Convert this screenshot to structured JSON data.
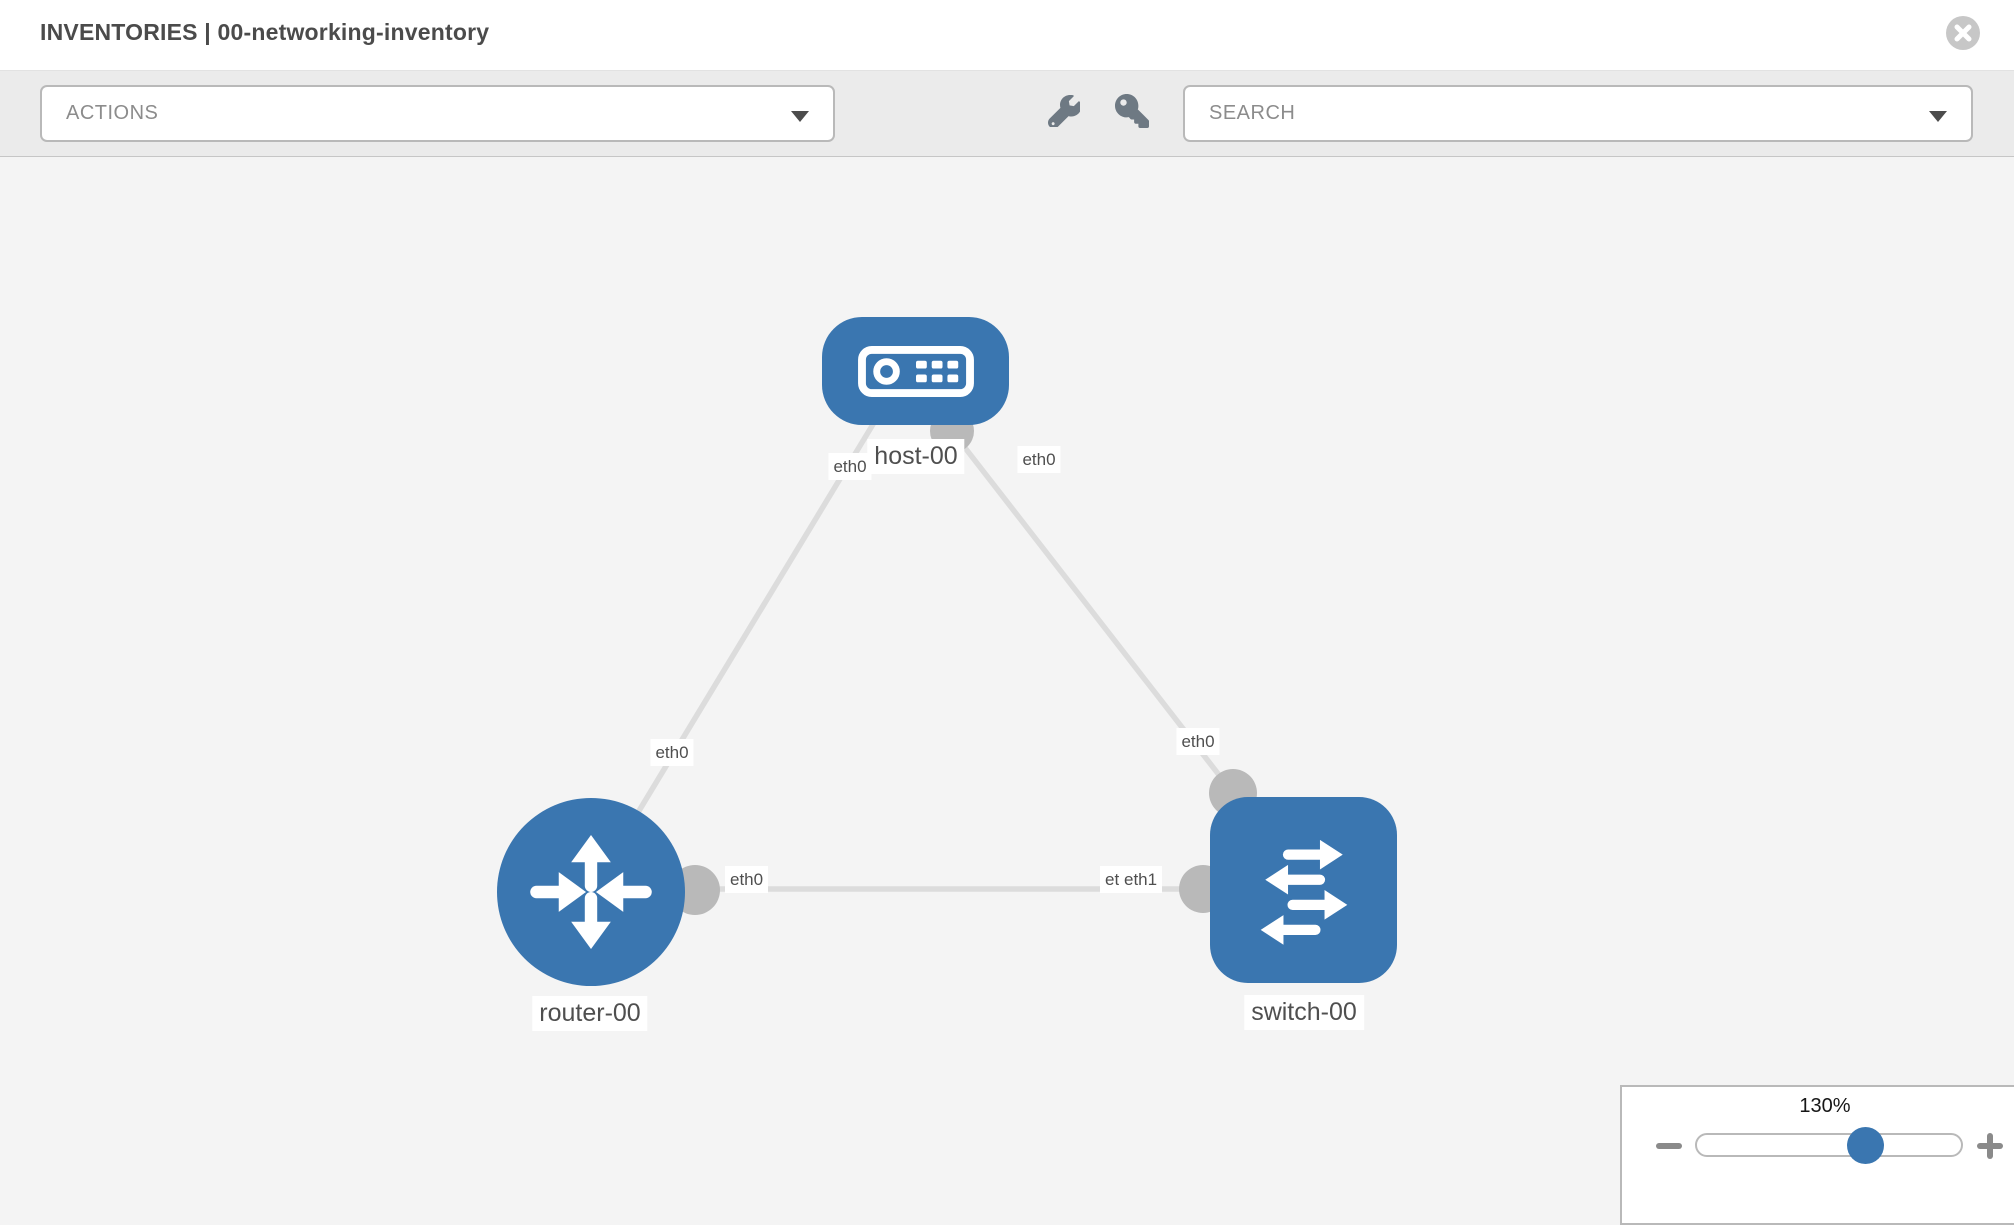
{
  "header": {
    "title": "INVENTORIES | 00-networking-inventory"
  },
  "toolbar": {
    "actions_label": "ACTIONS",
    "search_label": "SEARCH"
  },
  "icons": {
    "close": "circle-x-icon",
    "wrench": "wrench-icon",
    "key": "key-icon",
    "dropdown_caret": "caret-down-icon",
    "zoom_out": "minus-icon",
    "zoom_in": "plus-icon",
    "host_glyph": "server-icon",
    "router_glyph": "router-arrows-icon",
    "switch_glyph": "switch-arrows-icon"
  },
  "colors": {
    "node_blue": "#3a76b0",
    "link_gray": "#dcdcdc",
    "dot_gray": "#b9b9b9",
    "canvas_bg": "#f4f4f4",
    "toolbar_bg": "#ebebeb",
    "label_text": "#4f4f4f"
  },
  "topology": {
    "nodes": [
      {
        "label": "host-00",
        "type": "host"
      },
      {
        "label": "router-00",
        "type": "router"
      },
      {
        "label": "switch-00",
        "type": "switch"
      }
    ],
    "links": [
      {
        "from": "host-00",
        "from_if": "eth0",
        "to": "router-00",
        "to_if": "eth0"
      },
      {
        "from": "host-00",
        "from_if": "eth0",
        "to": "switch-00",
        "to_if": "eth0"
      },
      {
        "from": "router-00",
        "from_if": "eth0",
        "to": "switch-00",
        "to_if": "eth1"
      }
    ],
    "interface_labels": {
      "host_left": "eth0",
      "host_right": "eth0",
      "host_router_mid": "eth0",
      "host_switch_mid": "eth0",
      "router_switch_left": "eth0",
      "router_switch_right_under": "eth0",
      "router_switch_right": "eth1"
    }
  },
  "zoom_control": {
    "level_label": "130%",
    "percent": 130
  }
}
